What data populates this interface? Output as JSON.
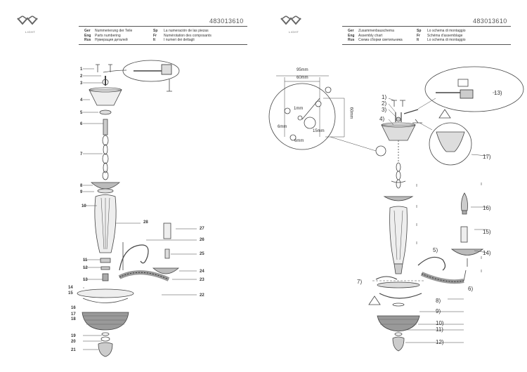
{
  "brand": {
    "logo_text": "LIGHT"
  },
  "left_page": {
    "code": "483013610",
    "languages": [
      {
        "code": "Ger",
        "text": "Nummerierung der Teile"
      },
      {
        "code": "Eng",
        "text": "Parts numbering"
      },
      {
        "code": "Rus",
        "text": "Нумерация деталей"
      },
      {
        "code": "Sp",
        "text": "La numeración de las piezas"
      },
      {
        "code": "Fr",
        "text": "Numérotation des composants"
      },
      {
        "code": "It",
        "text": "I numeri dei dettagli"
      }
    ],
    "callouts": [
      "1",
      "2",
      "3",
      "4",
      "5",
      "6",
      "7",
      "8",
      "9",
      "10",
      "11",
      "12",
      "13",
      "14",
      "15",
      "16",
      "17",
      "18",
      "19",
      "20",
      "21",
      "22",
      "23",
      "24",
      "25",
      "26",
      "27",
      "28"
    ]
  },
  "right_page": {
    "code": "483013610",
    "languages": [
      {
        "code": "Ger",
        "text": "Zusammenbauschema"
      },
      {
        "code": "Eng",
        "text": "Assembly chart"
      },
      {
        "code": "Rus",
        "text": "Схема сборки светильника"
      },
      {
        "code": "Sp",
        "text": "Lo schema di montaggio"
      },
      {
        "code": "Fr",
        "text": "Schéma d'assemblage"
      },
      {
        "code": "It",
        "text": "Lo schema di montaggio"
      }
    ],
    "dimensions": [
      "95mm",
      "60mm",
      "60mm",
      "1mm",
      "6mm",
      "15mm",
      "6mm"
    ],
    "callouts": [
      "1)",
      "2)",
      "3)",
      "4)",
      "5)",
      "6)",
      "7)",
      "8)",
      "9)",
      "10)",
      "11)",
      "12)",
      "13)",
      "14)",
      "15)",
      "16)",
      "17)"
    ]
  }
}
